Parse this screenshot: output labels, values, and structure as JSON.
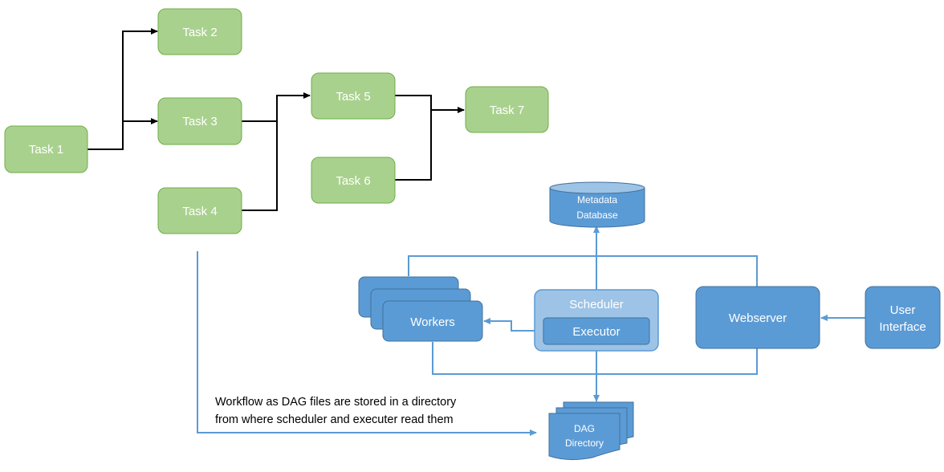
{
  "tasks": {
    "t1": "Task 1",
    "t2": "Task 2",
    "t3": "Task 3",
    "t4": "Task 4",
    "t5": "Task 5",
    "t6": "Task 6",
    "t7": "Task 7"
  },
  "architecture": {
    "metadata_db_line1": "Metadata",
    "metadata_db_line2": "Database",
    "scheduler": "Scheduler",
    "executor": "Executor",
    "workers": "Workers",
    "webserver": "Webserver",
    "user_interface_line1": "User",
    "user_interface_line2": "Interface",
    "dag_directory_line1": "DAG",
    "dag_directory_line2": "Directory"
  },
  "note": {
    "line1": "Workflow as DAG files are stored in a directory",
    "line2": "from where scheduler and executer read them"
  },
  "colors": {
    "task_fill": "#a9d18e",
    "task_stroke": "#70ad47",
    "blue_fill": "#5b9bd5",
    "blue_stroke": "#41719c",
    "scheduler_fill": "#9dc3e6",
    "connector_blue": "#5b9bd5"
  }
}
